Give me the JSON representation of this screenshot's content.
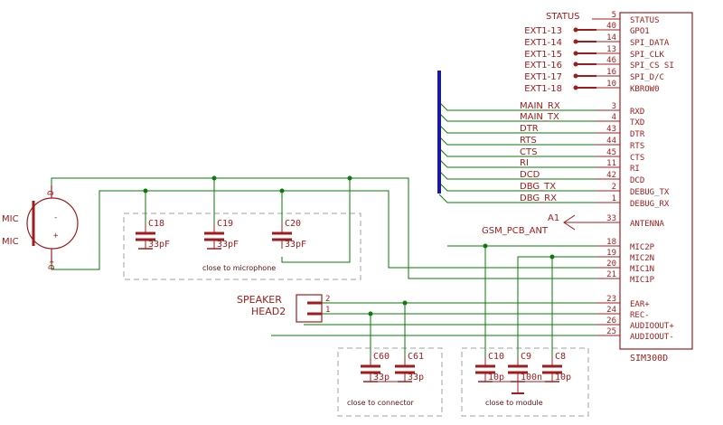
{
  "colors": {
    "component": "#a01c1c",
    "wire": "#0a7a0a",
    "bus": "#1a1a9a",
    "frame": "#a0a0a0"
  },
  "module": {
    "name": "SIM300D",
    "pins": [
      {
        "num": "5",
        "name": "STATUS"
      },
      {
        "num": "40",
        "name": "GPO1"
      },
      {
        "num": "14",
        "name": "SPI_DATA"
      },
      {
        "num": "13",
        "name": "SPI_CLK"
      },
      {
        "num": "46",
        "name": "SPI_CS SI"
      },
      {
        "num": "16",
        "name": "SPI_D/C"
      },
      {
        "num": "10",
        "name": "KBROW0"
      },
      {
        "num": "3",
        "name": "RXD"
      },
      {
        "num": "4",
        "name": "TXD"
      },
      {
        "num": "43",
        "name": "DTR"
      },
      {
        "num": "44",
        "name": "RTS"
      },
      {
        "num": "45",
        "name": "CTS"
      },
      {
        "num": "11",
        "name": "RI"
      },
      {
        "num": "42",
        "name": "DCD"
      },
      {
        "num": "2",
        "name": "DEBUG_TX"
      },
      {
        "num": "1",
        "name": "DEBUG_RX"
      },
      {
        "num": "33",
        "name": "ANTENNA"
      },
      {
        "num": "18",
        "name": "MIC2P"
      },
      {
        "num": "19",
        "name": "MIC2N"
      },
      {
        "num": "20",
        "name": "MIC1N"
      },
      {
        "num": "21",
        "name": "MIC1P"
      },
      {
        "num": "23",
        "name": "EAR+"
      },
      {
        "num": "24",
        "name": "REC-"
      },
      {
        "num": "26",
        "name": "AUDIOOUT+"
      },
      {
        "num": "25",
        "name": "AUDIOOUT-"
      }
    ]
  },
  "net_labels": {
    "status": "STATUS",
    "ext": [
      "EXT1-13",
      "EXT1-14",
      "EXT1-15",
      "EXT1-16",
      "EXT1-17",
      "EXT1-18"
    ],
    "bus": [
      "MAIN_RX",
      "MAIN_TX",
      "DTR",
      "RTS",
      "CTS",
      "RI",
      "DCD",
      "DBG_TX",
      "DBG_RX"
    ]
  },
  "antenna": {
    "ref": "A1",
    "name": "GSM_PCB_ANT"
  },
  "microphone": {
    "pin_top": "D-",
    "pin_bottom": "D+",
    "label_top": "MIC",
    "label_bottom": "MIC",
    "minus": "-",
    "plus": "+"
  },
  "speaker": {
    "line1": "SPEAKER",
    "line2": "HEAD2",
    "pin2": "2",
    "pin1": "1"
  },
  "caps_mic": [
    {
      "ref": "C18",
      "value": "33pF"
    },
    {
      "ref": "C19",
      "value": "33pF"
    },
    {
      "ref": "C20",
      "value": "33pF"
    }
  ],
  "caps_conn": [
    {
      "ref": "C60",
      "value": "33p"
    },
    {
      "ref": "C61",
      "value": "33p"
    }
  ],
  "caps_mod": [
    {
      "ref": "C10",
      "value": "10p"
    },
    {
      "ref": "C9",
      "value": "100n"
    },
    {
      "ref": "C8",
      "value": "10p"
    }
  ],
  "notes": {
    "mic": "close to microphone",
    "connector": "close to connector",
    "module": "close to module"
  }
}
